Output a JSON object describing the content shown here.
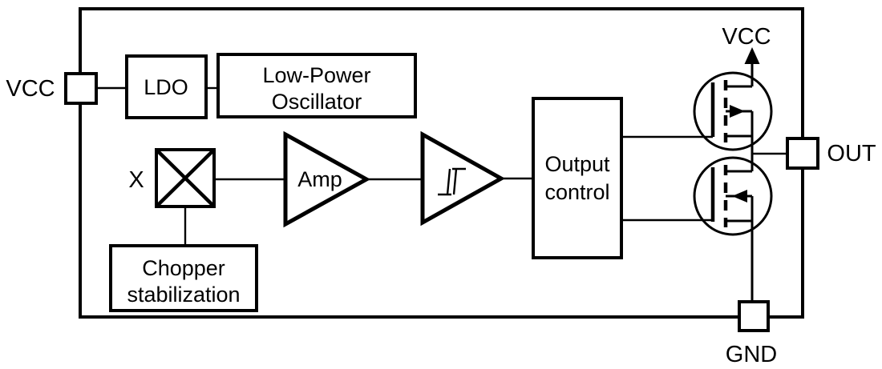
{
  "diagram": {
    "colors": {
      "line": "#000000",
      "background": "#ffffff",
      "text": "#000000"
    },
    "pins": {
      "vcc_left": {
        "label": "VCC"
      },
      "vcc_top": {
        "label": "VCC"
      },
      "out": {
        "label": "OUT"
      },
      "gnd": {
        "label": "GND"
      }
    },
    "blocks": {
      "ldo": {
        "label": "LDO"
      },
      "oscillator": {
        "line1": "Low-Power",
        "line2": "Oscillator"
      },
      "hall_element": {
        "label": "X"
      },
      "amplifier": {
        "label": "Amp"
      },
      "output_control": {
        "line1": "Output",
        "line2": "control"
      },
      "chopper": {
        "line1": "Chopper",
        "line2": "stabilization"
      }
    }
  }
}
